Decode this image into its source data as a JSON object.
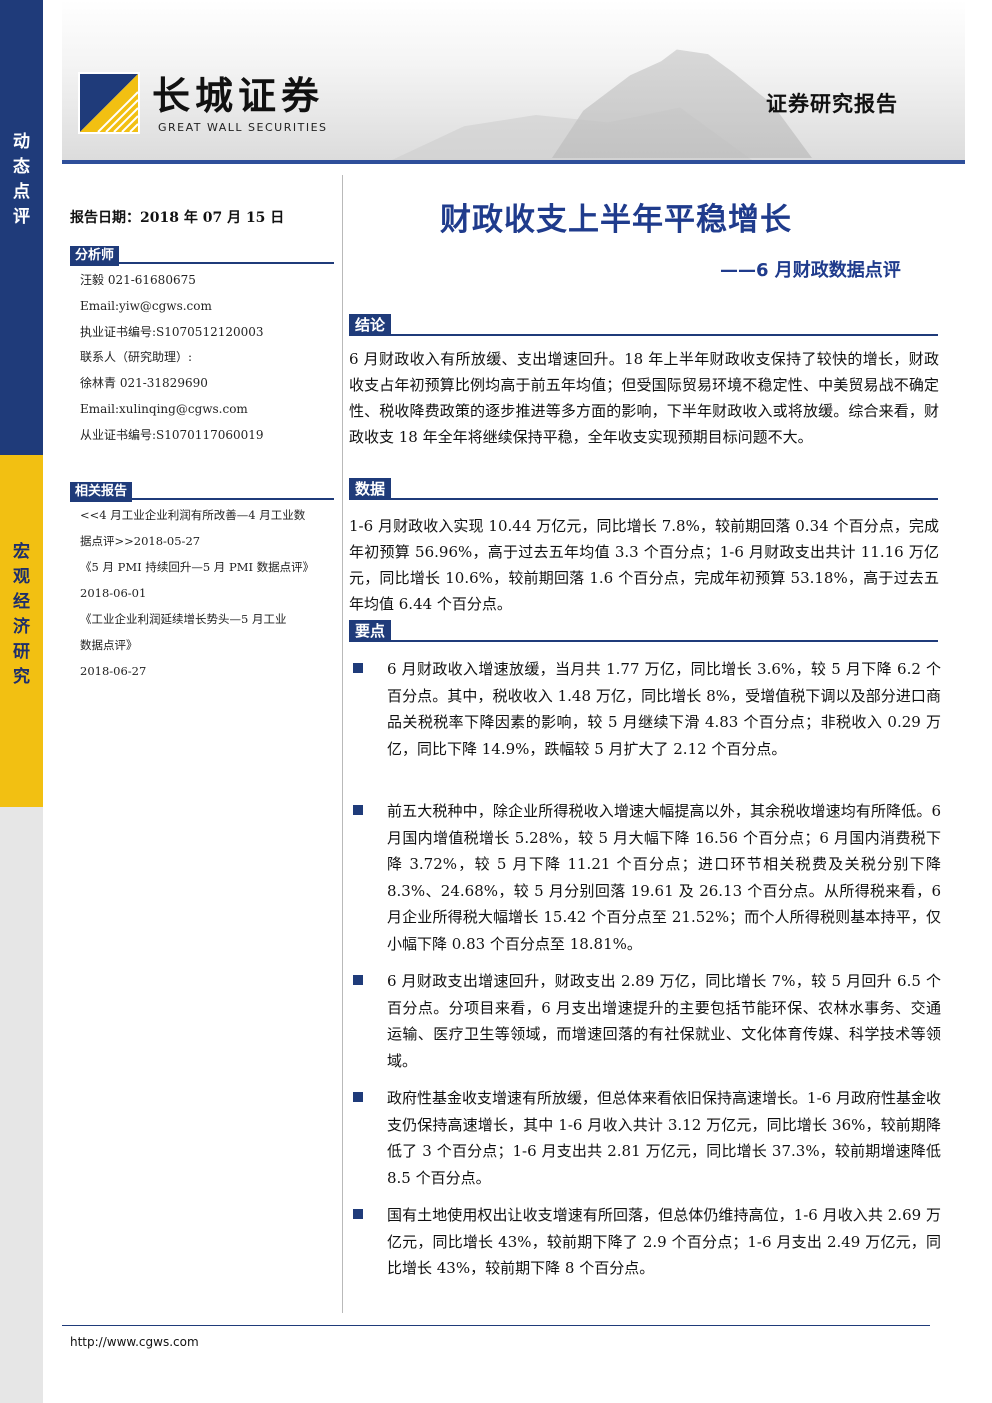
{
  "sidebar": {
    "category_top": "动态点评",
    "category_bottom": "宏观经济研究"
  },
  "header": {
    "logo_cn": "长城证券",
    "logo_en": "GREAT WALL SECURITIES",
    "report_type": "证券研究报告"
  },
  "report_date": "报告日期：2018 年 07 月 15 日",
  "analyst": {
    "heading": "分析师",
    "lines": [
      "汪毅 021-61680675",
      "Email:yiw@cgws.com",
      "执业证书编号:S1070512120003",
      "联系人（研究助理）:",
      "徐林青 021-31829690",
      "Email:xulinqing@cgws.com",
      "从业证书编号:S1070117060019"
    ]
  },
  "related": {
    "heading": "相关报告",
    "lines": [
      "<<4 月工业企业利润有所改善—4 月工业数",
      "据点评>>2018-05-27",
      "《5 月 PMI 持续回升—5 月 PMI 数据点评》",
      "2018-06-01",
      "《工业企业利润延续增长势头—5 月工业",
      "数据点评》",
      "2018-06-27"
    ]
  },
  "title": "财政收支上半年平稳增长",
  "subtitle": "——6 月财政数据点评",
  "sections": {
    "conclusion_label": "结论",
    "conclusion_text": "6 月财政收入有所放缓、支出增速回升。18 年上半年财政收支保持了较快的增长，财政收支占年初预算比例均高于前五年均值；但受国际贸易环境不稳定性、中美贸易战不确定性、税收降费政策的逐步推进等多方面的影响，下半年财政收入或将放缓。综合来看，财政收支 18 年全年将继续保持平稳，全年收支实现预期目标问题不大。",
    "data_label": "数据",
    "data_text": "1-6 月财政收入实现 10.44 万亿元，同比增长 7.8%，较前期回落 0.34 个百分点，完成年初预算 56.96%，高于过去五年均值 3.3 个百分点；1-6 月财政支出共计 11.16 万亿元，同比增长 10.6%，较前期回落 1.6 个百分点，完成年初预算 53.18%，高于过去五年均值 6.44 个百分点。",
    "points_label": "要点",
    "points": [
      "6 月财政收入增速放缓，当月共 1.77 万亿，同比增长 3.6%，较 5 月下降 6.2 个百分点。其中，税收收入 1.48 万亿，同比增长 8%，受增值税下调以及部分进口商品关税税率下降因素的影响，较 5 月继续下滑 4.83 个百分点；非税收入 0.29 万亿，同比下降 14.9%，跌幅较 5 月扩大了 2.12 个百分点。",
      "前五大税种中，除企业所得税收入增速大幅提高以外，其余税收增速均有所降低。6 月国内增值税增长 5.28%，较 5 月大幅下降 16.56 个百分点；6 月国内消费税下降 3.72%，较 5 月下降 11.21 个百分点；进口环节相关税费及关税分别下降 8.3%、24.68%，较 5 月分别回落 19.61 及 26.13 个百分点。从所得税来看，6 月企业所得税大幅增长 15.42 个百分点至 21.52%；而个人所得税则基本持平，仅小幅下降 0.83 个百分点至 18.81%。",
      "6 月财政支出增速回升，财政支出 2.89 万亿，同比增长 7%，较 5 月回升 6.5 个百分点。分项目来看，6 月支出增速提升的主要包括节能环保、农林水事务、交通运输、医疗卫生等领域，而增速回落的有社保就业、文化体育传媒、科学技术等领域。",
      "政府性基金收支增速有所放缓，但总体来看依旧保持高速增长。1-6 月政府性基金收支仍保持高速增长，其中 1-6 月收入共计 3.12 万亿元，同比增长 36%，较前期降低了 3 个百分点；1-6 月支出共 2.81 万亿元，同比增长 37.3%，较前期增速降低 8.5 个百分点。",
      "国有土地使用权出让收支增速有所回落，但总体仍维持高位，1-6 月收入共 2.69 万亿元，同比增长 43%，较前期下降了 2.9 个百分点；1-6 月支出 2.49 万亿元，同比增长 43%，较前期下降 8 个百分点。"
    ]
  },
  "footer": {
    "url": "http://www.cgws.com"
  },
  "colors": {
    "brand_blue": "#1f3b7a",
    "title_blue": "#1f3b8c",
    "accent_yellow": "#f2c012"
  }
}
